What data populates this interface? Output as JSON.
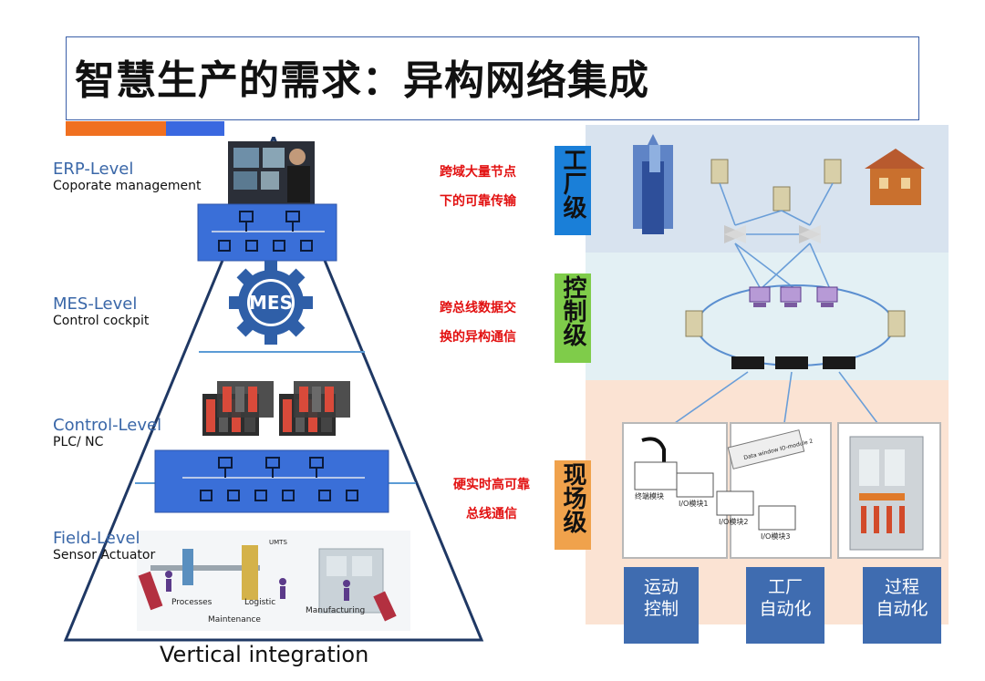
{
  "title": "智慧生产的需求：异构网络集成",
  "pyramid": {
    "levels": [
      {
        "name": "ERP-Level",
        "desc": "Coporate management"
      },
      {
        "name": "MES-Level",
        "desc": "Control  cockpit"
      },
      {
        "name": "Control-Level",
        "desc": "PLC/ NC"
      },
      {
        "name": "Field-Level",
        "desc": "Sensor Actuator"
      }
    ],
    "mes_label": "MES",
    "field_labels": {
      "processes": "Processes",
      "logistic": "Logistic",
      "maintenance": "Maintenance",
      "manufacturing": "Manufacturing",
      "umts": "UMTS"
    },
    "caption": "Vertical   integration"
  },
  "notes": [
    {
      "line1": "跨域大量节点",
      "line2": "下的可靠传输"
    },
    {
      "line1": "跨总线数据交",
      "line2": "换的异构通信"
    },
    {
      "line1": "硬实时高可靠",
      "line2": "总线通信"
    }
  ],
  "zones": [
    {
      "label": "工厂级",
      "color": "#1a7fd8"
    },
    {
      "label": "控制级",
      "color": "#7fcc4a"
    },
    {
      "label": "现场级",
      "color": "#f0a24c"
    }
  ],
  "zone_backgrounds": {
    "factory": "#d8e3ef",
    "control": "#e3f0f4",
    "field": "#fbe3d3"
  },
  "field_cards": {
    "module_labels": [
      "终端模块",
      "I/O模块1",
      "I/O模块2",
      "I/O模块3"
    ],
    "io_box_label": "Data window IO-module 2"
  },
  "panels": [
    {
      "line1": "运动",
      "line2": "控制"
    },
    {
      "line1": "工厂",
      "line2": "自动化"
    },
    {
      "line1": "过程",
      "line2": "自动化"
    }
  ],
  "colors": {
    "accent_orange": "#f07020",
    "accent_blue": "#3a68e0",
    "pyramid_blue": "#3a6fd8",
    "panel_blue": "#3f6cb0",
    "note_red": "#e21010"
  }
}
